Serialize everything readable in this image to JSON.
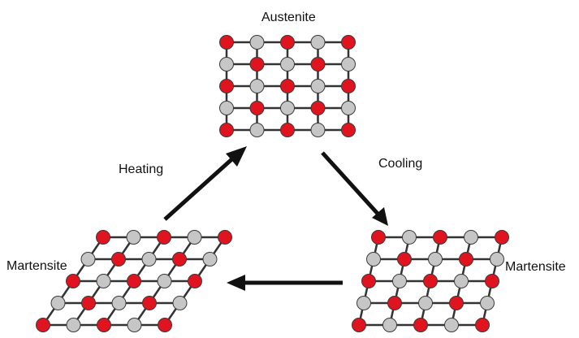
{
  "labels": {
    "austenite": "Austenite",
    "heating": "Heating",
    "cooling": "Cooling",
    "martensite_left": "Martensite",
    "martensite_right": "Martensite"
  },
  "colors": {
    "atom_red": "#e0141e",
    "atom_gray": "#c6c6c6",
    "atom_stroke": "#3a3a3a",
    "bond": "#333333",
    "arrow": "#111111"
  },
  "lattice": {
    "rows": 5,
    "cols": 5
  }
}
